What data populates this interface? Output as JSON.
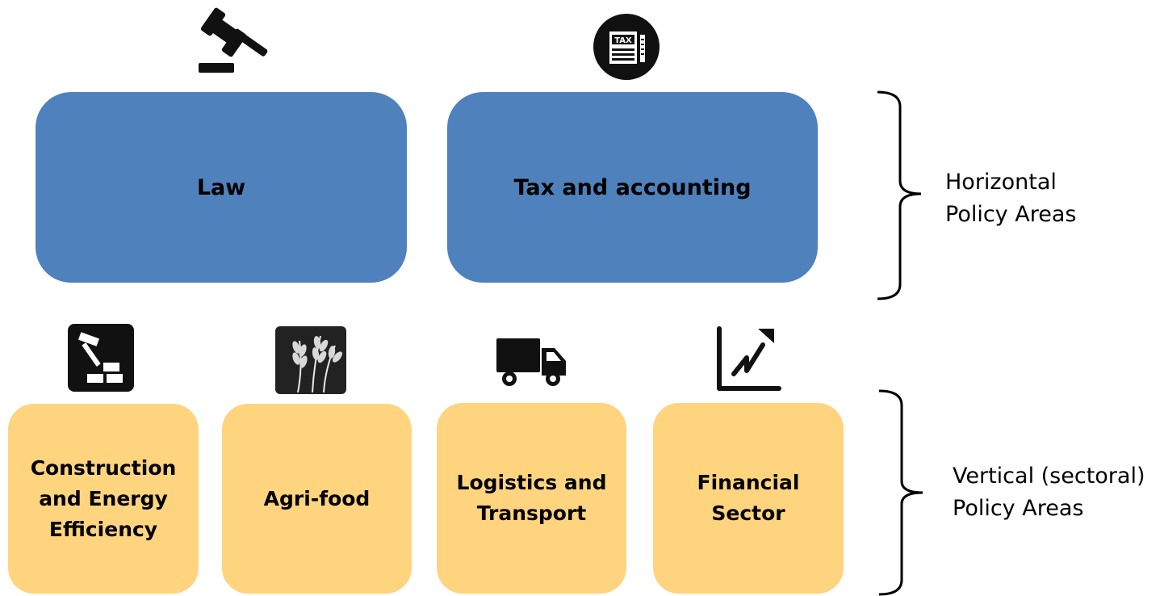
{
  "horizontal": {
    "label": "Horizontal\nPolicy Areas",
    "boxes": [
      {
        "label": "Law",
        "icon": "gavel-icon"
      },
      {
        "label": "Tax and accounting",
        "icon": "tax-document-icon"
      }
    ]
  },
  "vertical": {
    "label": "Vertical (sectoral)\nPolicy Areas",
    "boxes": [
      {
        "label": "Construction\nand Energy\nEfficiency",
        "icon": "construction-icon"
      },
      {
        "label": "Agri-food",
        "icon": "wheat-icon"
      },
      {
        "label": "Logistics and\nTransport",
        "icon": "truck-icon"
      },
      {
        "label": "Financial\nSector",
        "icon": "finance-chart-icon"
      }
    ]
  },
  "colors": {
    "horizontal_box": "#4f81bd",
    "vertical_box": "#ffd47e",
    "icon": "#111111",
    "brace": "#000000"
  }
}
